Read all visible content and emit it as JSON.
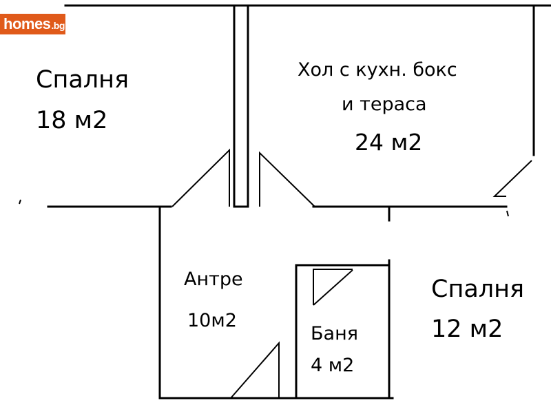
{
  "logo": {
    "text": "homes",
    "suffix": ".bg",
    "color": "#e05a1a"
  },
  "wall_color": "#000000",
  "rooms": {
    "bedroom_large": {
      "name": "Спалня",
      "area": "18 м2"
    },
    "living": {
      "line1": "Хол с кухн. бокс",
      "line2": "и тераса",
      "area": "24 м2"
    },
    "hall": {
      "name": "Антре",
      "area": "10м2"
    },
    "bathroom": {
      "name": "Баня",
      "area": "4 м2"
    },
    "bedroom_small": {
      "name": "Спалня",
      "area": "12 м2"
    }
  }
}
